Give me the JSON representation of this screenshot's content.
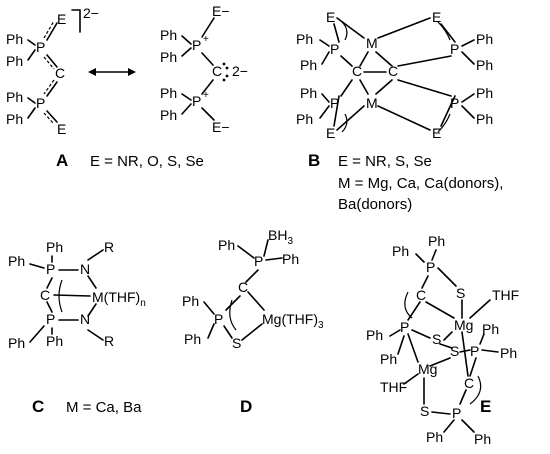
{
  "figure": {
    "A": {
      "caption_letter": "A",
      "caption_text": "E = NR, O, S, Se",
      "charge_left": "2−",
      "charge_right": "2−",
      "atoms": {
        "P": "P",
        "C": "C",
        "E": "E",
        "Ph": "Ph",
        "E_minus": "E−",
        "plus": "+"
      }
    },
    "B": {
      "caption_letter": "B",
      "caption_line1": "E = NR, S, Se",
      "caption_line2": "M = Mg, Ca, Ca(donors),",
      "caption_line3": "Ba(donors)",
      "atoms": {
        "P": "P",
        "C": "C",
        "E": "E",
        "M": "M",
        "Ph": "Ph"
      }
    },
    "C": {
      "caption_letter": "C",
      "caption_text": "M = Ca, Ba",
      "atoms": {
        "P": "P",
        "C": "C",
        "N": "N",
        "R": "R",
        "Ph": "Ph",
        "metal": "M(THF)",
        "n": "n"
      }
    },
    "D": {
      "caption_letter": "D",
      "atoms": {
        "P": "P",
        "C": "C",
        "S": "S",
        "Ph": "Ph",
        "BH": "BH",
        "three": "3",
        "metal": "Mg(THF)",
        "three_b": "3"
      }
    },
    "E": {
      "caption_letter": "E",
      "atoms": {
        "P": "P",
        "C": "C",
        "S": "S",
        "Mg": "Mg",
        "THF": "THF",
        "Ph": "Ph"
      }
    }
  }
}
